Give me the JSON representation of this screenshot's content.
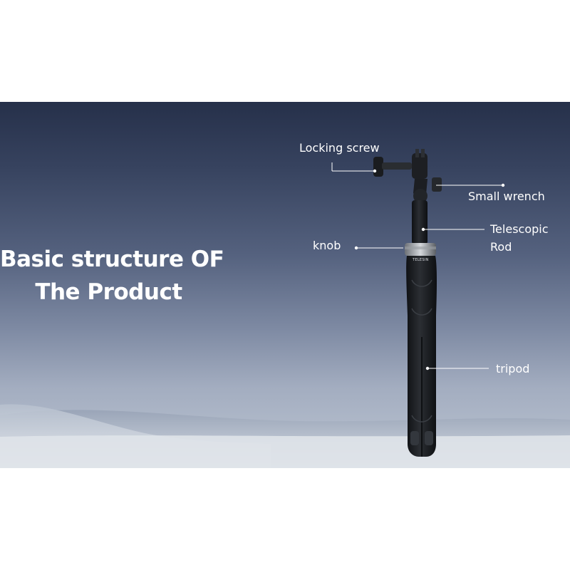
{
  "headline": {
    "line1": "Basic structure OF",
    "line2": "The Product"
  },
  "callouts": {
    "locking_screw": "Locking screw",
    "small_wrench": "Small wrench",
    "knob": "knob",
    "telescopic_rod_line1": "Telescopic",
    "telescopic_rod_line2": "Rod",
    "tripod": "tripod"
  },
  "brand_mark": "TELESIN",
  "colors": {
    "sky_top": "#26304a",
    "sky_bottom": "#bcc5d2",
    "label_text": "#ffffff",
    "page_bg": "#ffffff"
  }
}
